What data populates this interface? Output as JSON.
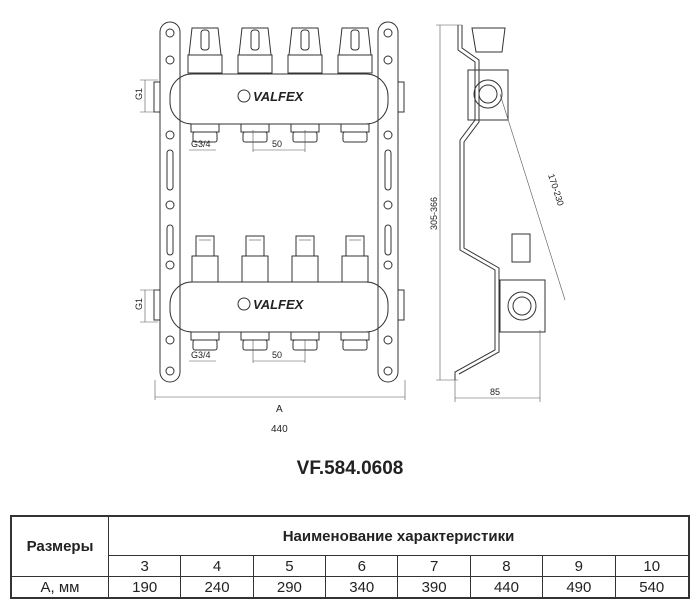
{
  "drawing": {
    "brand_logo": "VALFEX",
    "labels": {
      "inlet_thread_top": "G1",
      "inlet_thread_bottom": "G1",
      "outlet_thread_top": "G3/4",
      "outlet_thread_bottom": "G3/4",
      "outlet_spacing_top": "50",
      "outlet_spacing_bottom": "50",
      "width_label": "A",
      "bracket_width": "440",
      "height_range": "305-366",
      "axis_distance": "170-230",
      "depth": "85"
    },
    "outlets_per_manifold": 4
  },
  "model": "VF.584.0608",
  "table": {
    "row_header": "Размеры",
    "group_header": "Наименование характеристики",
    "columns": [
      "3",
      "4",
      "5",
      "6",
      "7",
      "8",
      "9",
      "10"
    ],
    "row_label": "A, мм",
    "values": [
      "190",
      "240",
      "290",
      "340",
      "390",
      "440",
      "490",
      "540"
    ]
  }
}
